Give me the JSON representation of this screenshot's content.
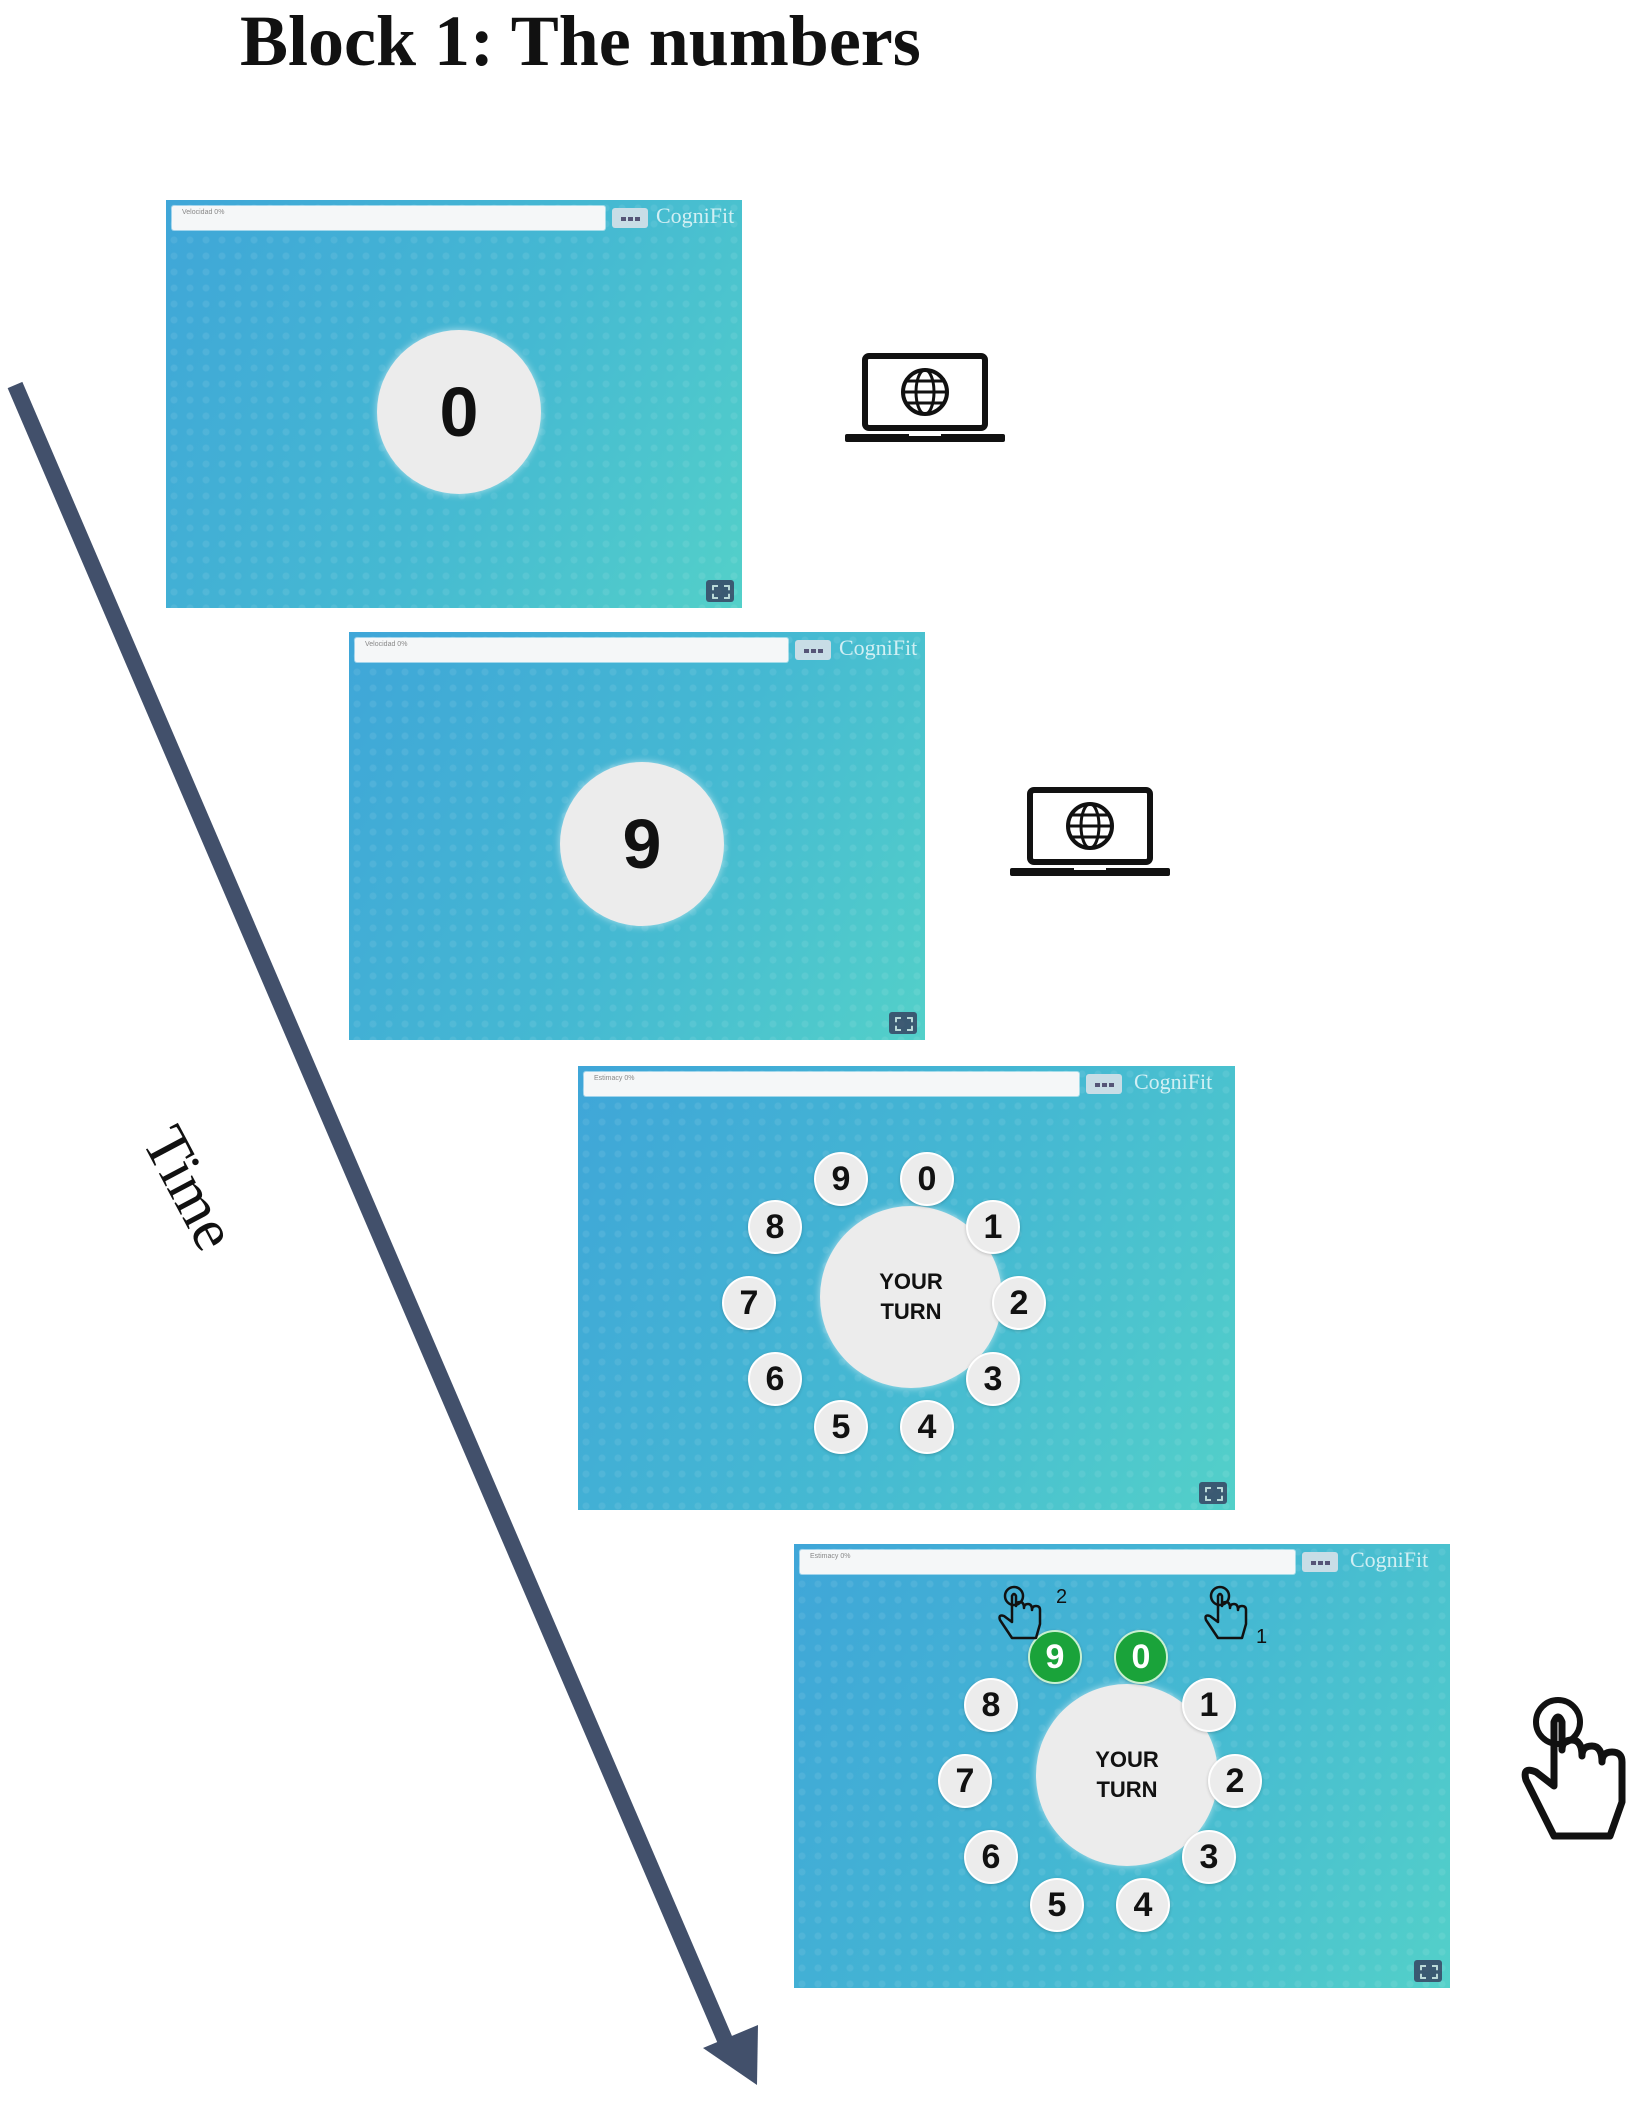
{
  "title": "Block 1: The numbers",
  "time_label": "Time",
  "brand": "CogniFit",
  "screens": [
    {
      "topbar_label": "Velocidad 0%",
      "display_number": "0",
      "device": "laptop-globe-icon"
    },
    {
      "topbar_label": "Velocidad 0%",
      "display_number": "9",
      "device": "laptop-globe-icon"
    },
    {
      "topbar_label": "Estimacy 0%",
      "center_text_line1": "YOUR",
      "center_text_line2": "TURN",
      "dial": [
        "0",
        "1",
        "2",
        "3",
        "4",
        "5",
        "6",
        "7",
        "8",
        "9"
      ]
    },
    {
      "topbar_label": "Estimacy 0%",
      "center_text_line1": "YOUR",
      "center_text_line2": "TURN",
      "dial": [
        "0",
        "1",
        "2",
        "3",
        "4",
        "5",
        "6",
        "7",
        "8",
        "9"
      ],
      "selected_order": [
        "0",
        "9"
      ],
      "tap_labels": [
        "1",
        "2"
      ],
      "device": "hand-tap-icon"
    }
  ]
}
